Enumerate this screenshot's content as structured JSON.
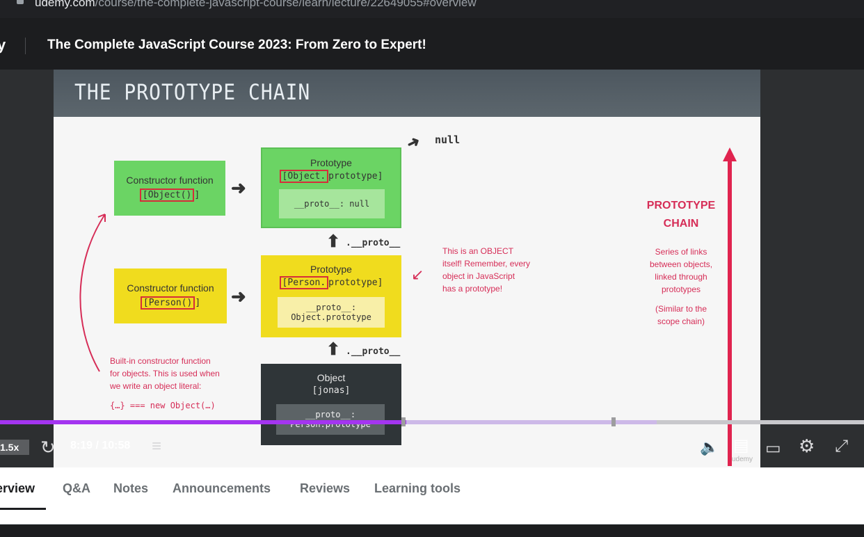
{
  "browser": {
    "url_host": "udemy.com",
    "url_path": "/course/the-complete-javascript-course/learn/lecture/22649055#overview"
  },
  "header": {
    "logo": "y",
    "course_title": "The Complete JavaScript Course 2023: From Zero to Expert!"
  },
  "slide": {
    "heading": "THE PROTOTYPE CHAIN",
    "null_label": "null",
    "ctor_object_label": "Constructor function",
    "ctor_object_code": "Object",
    "ctor_object_suffix": "]",
    "proto_object_title": "Prototype",
    "proto_object_code_hl": "[Object.",
    "proto_object_code_rest": "prototype]",
    "proto_object_inner": "__proto__: null",
    "proto_link_1": ".__proto__",
    "ctor_person_label": "Constructor function",
    "ctor_person_code": "Person",
    "proto_person_title": "Prototype",
    "proto_person_code_hl": "[Person.",
    "proto_person_code_rest": "prototype]",
    "proto_person_inner_1": "__proto__:",
    "proto_person_inner_2": "Object.prototype",
    "proto_link_2": ".__proto__",
    "jonas_title": "Object",
    "jonas_name": "[jonas]",
    "jonas_inner_1": "__proto__:",
    "jonas_inner_2": "Person.prototype",
    "note_object_1": "This is an OBJECT",
    "note_object_2": "itself! Remember, every",
    "note_object_3": "object in JavaScript",
    "note_object_4": "has a prototype!",
    "note_builtin_1": "Built-in constructor function",
    "note_builtin_2": "for objects. This is used when",
    "note_builtin_3": "we write an object literal:",
    "note_builtin_code": "{…} === new Object(…)",
    "side_title_1": "PROTOTYPE",
    "side_title_2": "CHAIN",
    "side_text_1": "Series of links",
    "side_text_2": "between objects,",
    "side_text_3": "linked through",
    "side_text_4": "prototypes",
    "side_text_5": "(Similar to the",
    "side_text_6": "scope chain)",
    "watermark": "udemy"
  },
  "player": {
    "speed": "1.5x",
    "time": "8:19 / 10:58",
    "progress": 0.47,
    "buffered": 0.76
  },
  "tabs": [
    "Overview",
    "Q&A",
    "Notes",
    "Announcements",
    "Reviews",
    "Learning tools"
  ],
  "tabs_visible": [
    "erview",
    "Q&A",
    "Notes",
    "Announcements",
    "Reviews",
    "Learning tools"
  ],
  "colors": {
    "accent": "#a435f0",
    "slide_red": "#d62d57",
    "green_box": "#6bd464",
    "yellow_box": "#f0dc1e"
  },
  "icons": [
    "lock-icon",
    "replay-icon",
    "transcript-icon",
    "volume-icon",
    "notes-icon",
    "captions-icon",
    "settings-icon",
    "fullscreen-icon"
  ]
}
